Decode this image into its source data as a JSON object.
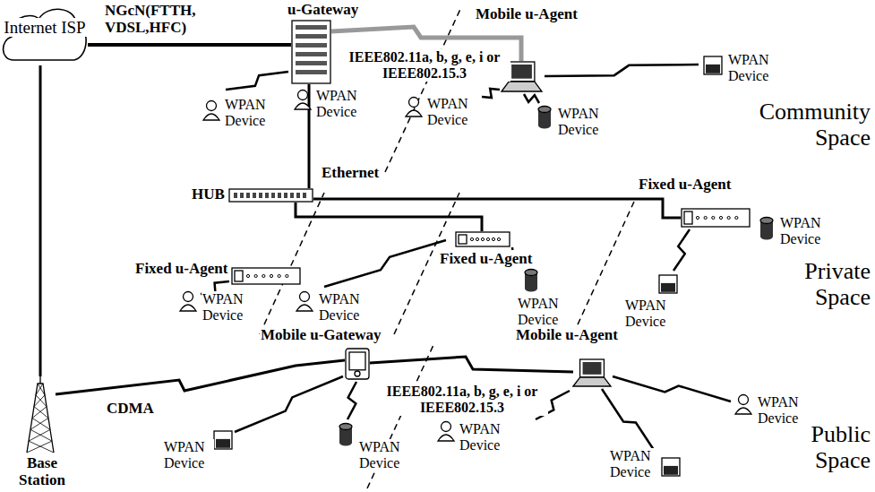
{
  "diagram": {
    "nodes": [
      {
        "text": [
          "Internet ISP"
        ]
      },
      {
        "text": [
          "Community Space"
        ]
      },
      {
        "text": [
          "u-Gateway"
        ],
        "in": 1
      },
      {
        "text": [
          "Mobile u-Agent"
        ],
        "in": 1
      },
      {
        "text": [
          "WPAN Device"
        ],
        "in": 1
      },
      {
        "text": [
          "WPAN Device"
        ],
        "in": 1
      },
      {
        "text": [
          "WPAN Device"
        ],
        "in": 1
      },
      {
        "text": [
          "WPAN Device"
        ],
        "in": 1
      },
      {
        "text": [
          "WPAN Device"
        ],
        "in": 1
      },
      {
        "text": [
          "Private Space"
        ]
      },
      {
        "text": [
          "HUB"
        ],
        "in": 9
      },
      {
        "text": [
          "Fixed u-Agent"
        ],
        "in": 9
      },
      {
        "text": [
          "Fixed u-Agent"
        ],
        "in": 9
      },
      {
        "text": [
          "Fixed u-Agent"
        ],
        "in": 9
      },
      {
        "text": [
          "WPAN Device"
        ],
        "in": 9
      },
      {
        "text": [
          "WPAN Device"
        ],
        "in": 9
      },
      {
        "text": [
          "WPAN Device"
        ],
        "in": 9
      },
      {
        "text": [
          "WPAN Device"
        ],
        "in": 9
      },
      {
        "text": [
          "WPAN Device"
        ],
        "in": 9
      },
      {
        "text": [
          "Base Station"
        ]
      },
      {
        "text": [
          "Public Space"
        ]
      },
      {
        "text": [
          "Mobile u-Gateway"
        ],
        "in": 20
      },
      {
        "text": [
          "Mobile u-Agent"
        ],
        "in": 20
      },
      {
        "text": [
          "WPAN Device"
        ],
        "in": 20
      },
      {
        "text": [
          "WPAN Device"
        ],
        "in": 20
      },
      {
        "text": [
          "WPAN Device"
        ],
        "in": 20
      },
      {
        "text": [
          "WPAN Device"
        ],
        "in": 20
      },
      {
        "text": [
          "WPAN Device"
        ],
        "in": 20
      }
    ],
    "edges": [
      {
        "from": 0,
        "to": 2,
        "arrow": "none",
        "label": "NGcN(FTTH, VDSL,HFC)"
      },
      {
        "from": 2,
        "to": 10,
        "arrow": "none",
        "label": "Ethernet"
      },
      {
        "from": 10,
        "to": 12,
        "arrow": "none"
      },
      {
        "from": 10,
        "to": 13,
        "arrow": "none"
      },
      {
        "from": 0,
        "to": 19,
        "arrow": "none"
      },
      {
        "from": 19,
        "to": 21,
        "arrow": "none",
        "label": "CDMA"
      },
      {
        "from": 2,
        "to": 3,
        "arrow": "none"
      },
      {
        "from": 21,
        "to": 22,
        "arrow": "none"
      }
    ],
    "labels": [
      "IEEE802.11a, b, g, e, i or IEEE802.15.3",
      "IEEE802.11a, b, g, e, i or IEEE802.15.3"
    ]
  }
}
